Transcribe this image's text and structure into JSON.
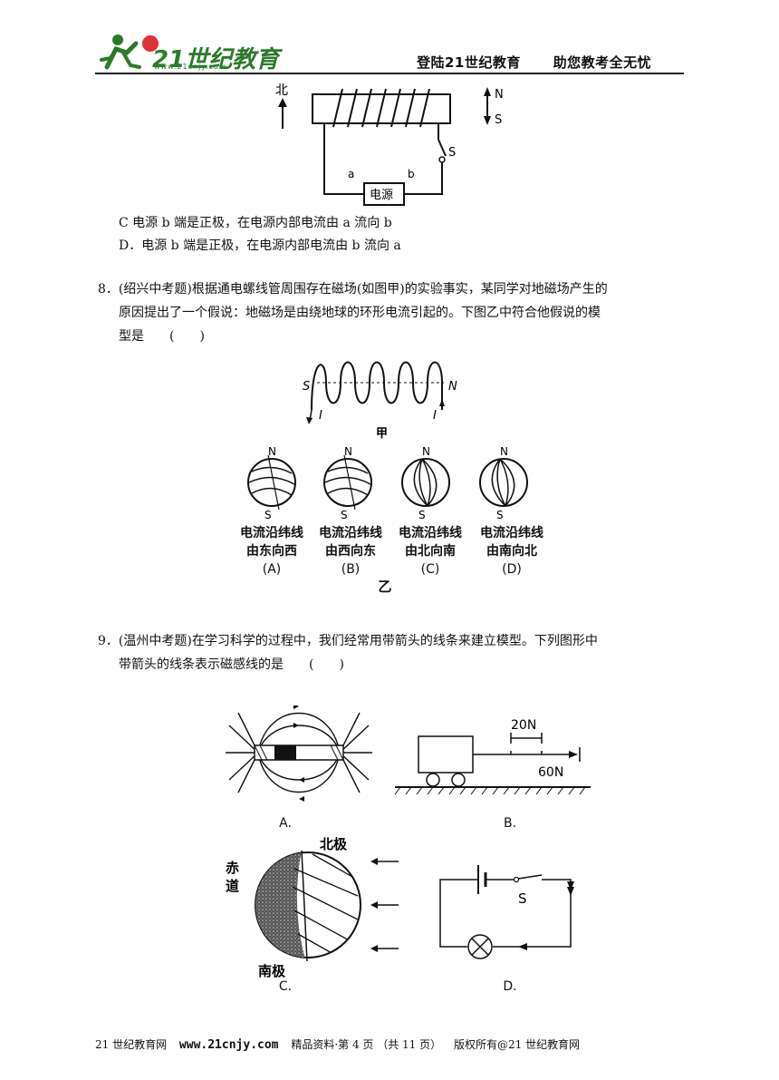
{
  "header": {
    "logo_text": "21世纪教育",
    "logo_url": "www.21cnjy.com",
    "slogan_left": "登陆21世纪教育",
    "slogan_right": "助您教考全无忧"
  },
  "fig_top": {
    "north": "北",
    "arrow_n": "N",
    "arrow_s": "S",
    "switch": "S",
    "terminal_a": "a",
    "terminal_b": "b",
    "source": "电源"
  },
  "options_q7": {
    "c": "C 电源 b 端是正极，在电源内部电流由 a 流向 b",
    "d": "D．电源 b 端是正极，在电源内部电流由 b 流向 a"
  },
  "q8": {
    "line1": "8．(绍兴中考题)根据通电螺线管周围存在磁场(如图甲)的实验事实，某同学对地磁场产生的",
    "line2": "原因提出了一个假说：地磁场是由绕地球的环形电流引起的。下图乙中符合他假说的模",
    "line3": "型是　　(　　)",
    "fig_jia": {
      "s": "S",
      "n": "N",
      "i_left": "I",
      "i_right": "I",
      "label": "甲"
    },
    "globes": [
      {
        "n": "N",
        "s": "S",
        "line1": "电流沿纬线",
        "line2": "由东向西",
        "letter": "(A)"
      },
      {
        "n": "N",
        "s": "S",
        "line1": "电流沿纬线",
        "line2": "由西向东",
        "letter": "(B)"
      },
      {
        "n": "N",
        "s": "S",
        "line1": "电流沿纬线",
        "line2": "由北向南",
        "letter": "(C)"
      },
      {
        "n": "N",
        "s": "S",
        "line1": "电流沿纬线",
        "line2": "由南向北",
        "letter": "(D)"
      }
    ],
    "label_yi": "乙"
  },
  "q9": {
    "line1": "9．(温州中考题)在学习科学的过程中，我们经常用带箭头的线条来建立模型。下列图形中",
    "line2": "带箭头的线条表示磁感线的是　　(　　)",
    "fig_b": {
      "scale": "20N",
      "force": "60N"
    },
    "fig_c": {
      "north_pole": "北极",
      "equator": "赤道",
      "south_pole": "南极"
    },
    "fig_d": {
      "switch": "S"
    },
    "captions": {
      "a": "A.",
      "b": "B.",
      "c": "C.",
      "d": "D."
    }
  },
  "footer": {
    "site": "21 世纪教育网",
    "url": "www.21cnjy.com",
    "page_info": "精品资料·第 4 页 （共 11 页）",
    "copyright": "版权所有@21 世纪教育网"
  }
}
